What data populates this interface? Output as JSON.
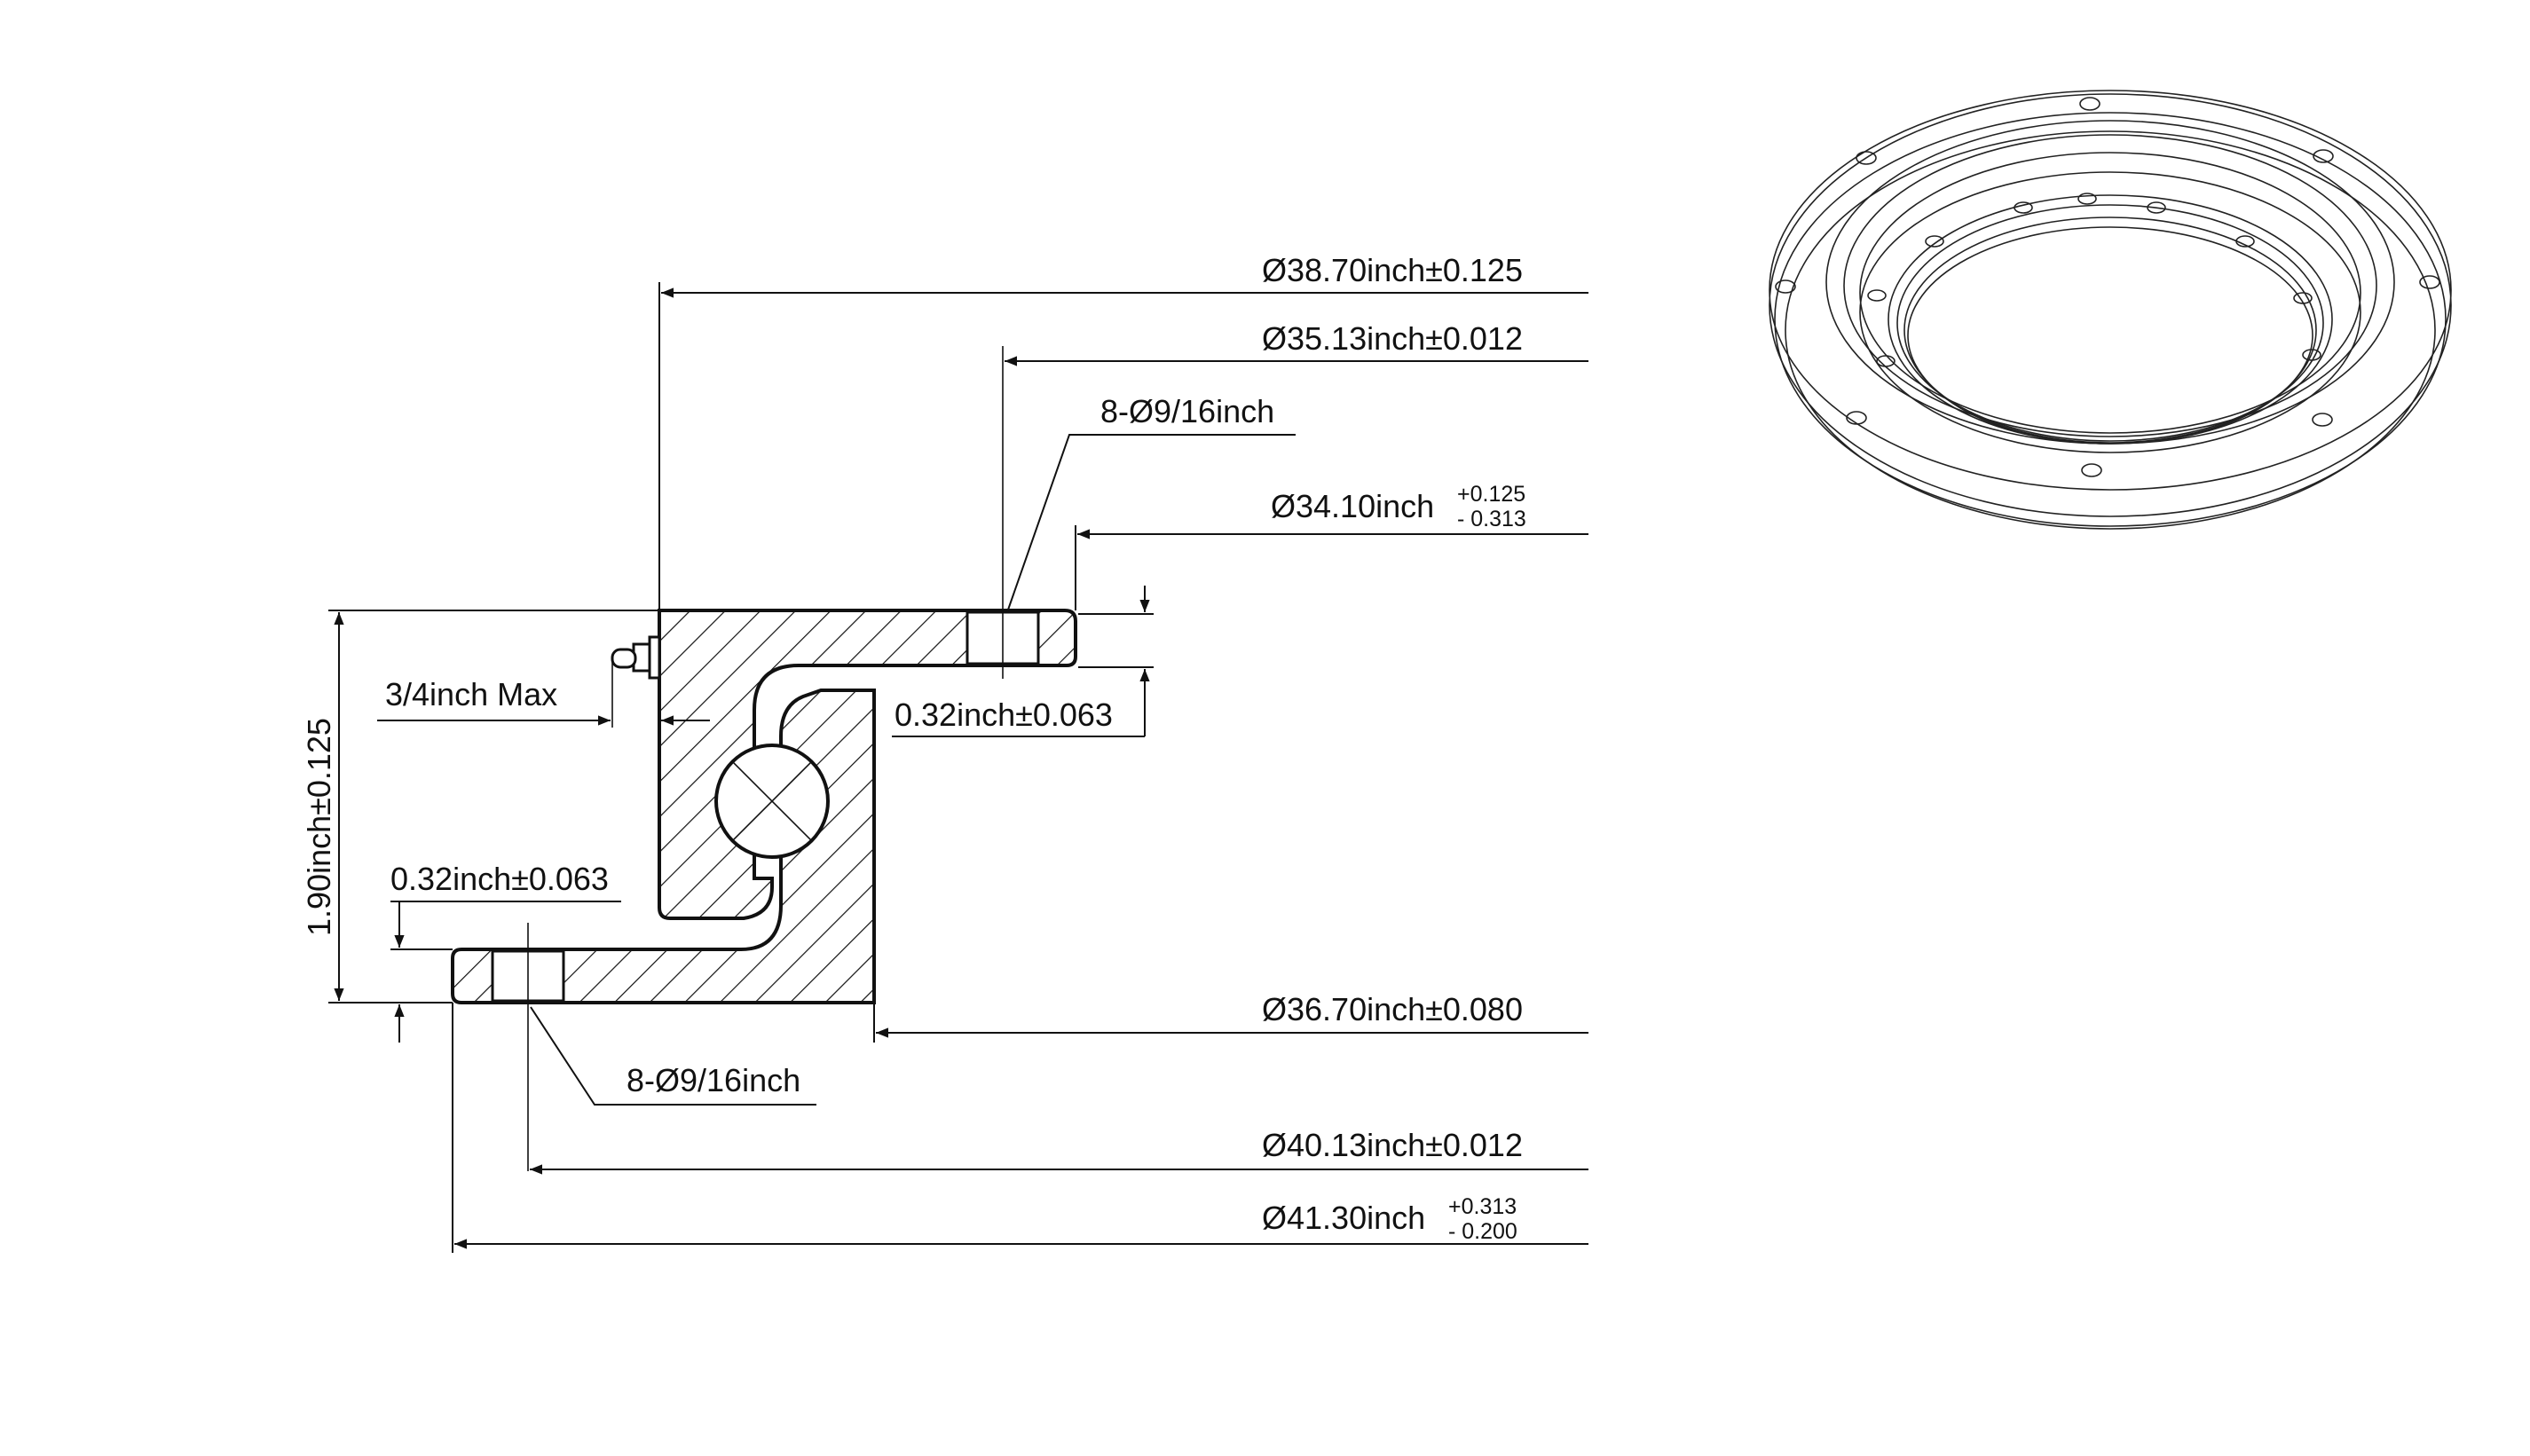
{
  "section": {
    "dims": {
      "d38_70": "Ø38.70inch±0.125",
      "d35_13": "Ø35.13inch±0.012",
      "holes_top": "8-Ø9/16inch",
      "d34_10": "Ø34.10inch",
      "d34_10_plus": "+0.125",
      "d34_10_minus": "- 0.313",
      "thk_top": "0.32inch±0.063",
      "max_note": "3/4inch Max",
      "height": "1.90inch±0.125",
      "thk_bottom": "0.32inch±0.063",
      "d36_70": "Ø36.70inch±0.080",
      "holes_bottom": "8-Ø9/16inch",
      "d40_13": "Ø40.13inch±0.012",
      "d41_30": "Ø41.30inch",
      "d41_30_plus": "+0.313",
      "d41_30_minus": "- 0.200"
    }
  },
  "colors": {
    "line": "#111111",
    "background": "#ffffff"
  }
}
